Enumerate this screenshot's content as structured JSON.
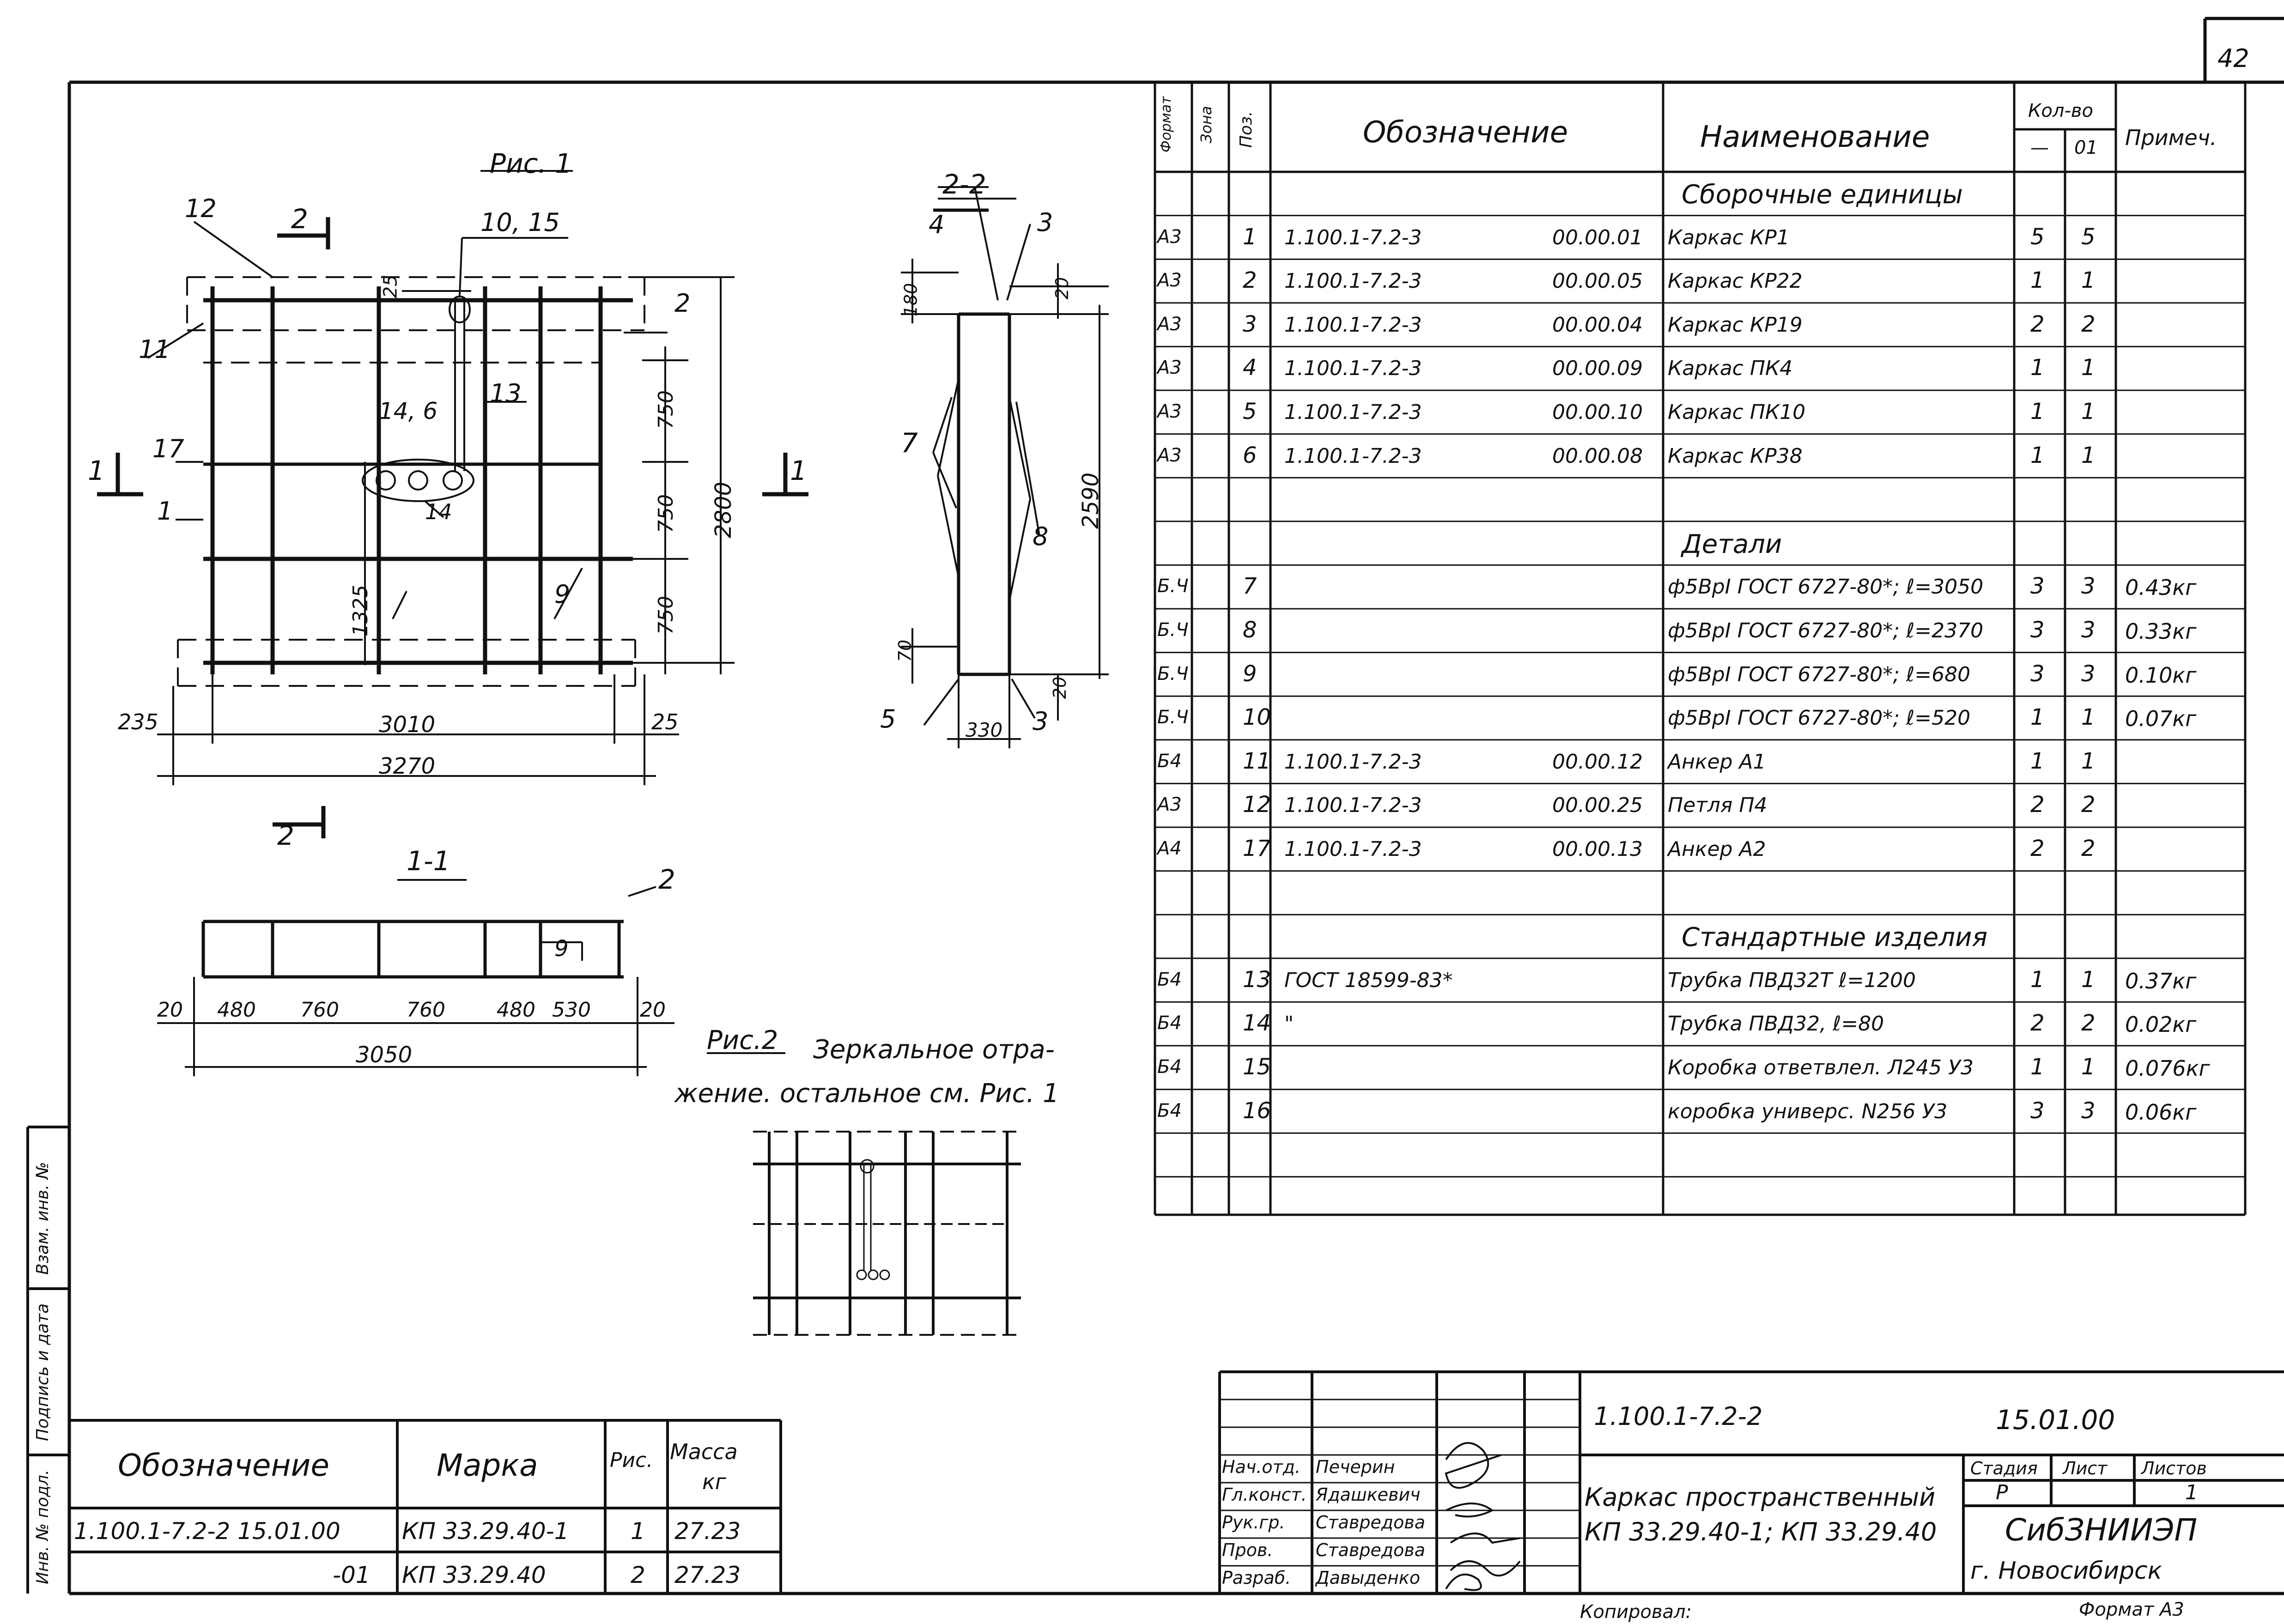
{
  "sheet_number": "42",
  "fig1": {
    "title": "Рис. 1",
    "section_marks": [
      "2",
      "2",
      "1",
      "1"
    ],
    "callouts": [
      "12",
      "10, 15",
      "11",
      "2",
      "13",
      "14, 6",
      "17",
      "1",
      "14",
      "9"
    ],
    "dims": [
      "25",
      "750",
      "750",
      "750",
      "2800",
      "1325",
      "235",
      "3010",
      "25",
      "3270"
    ]
  },
  "sec22": {
    "title": "2-2",
    "callouts": [
      "4",
      "3",
      "7",
      "8",
      "5",
      "3"
    ],
    "dims": [
      "180",
      "20",
      "2590",
      "70",
      "20",
      "330"
    ]
  },
  "sec11": {
    "title": "1-1",
    "callouts": [
      "2",
      "9"
    ],
    "dims": [
      "20",
      "480",
      "760",
      "760",
      "480",
      "530",
      "20",
      "3050"
    ]
  },
  "fig2": {
    "title": "Рис.2",
    "note_line1": "Зеркальное отра-",
    "note_line2": "жение. остальное см. Рис. 1"
  },
  "spec": {
    "headers": {
      "format": "Формат",
      "zone": "Зона",
      "pos": "Поз.",
      "designation": "Обозначение",
      "name": "Наименование",
      "qty": "Кол-во",
      "qty_a": "—",
      "qty_b": "01",
      "note": "Примеч."
    },
    "rows": [
      {
        "kind": "section",
        "name": "Сборочные единицы"
      },
      {
        "format": "А3",
        "pos": "1",
        "desig": "1.100.1-7.2-3",
        "code": "00.00.01",
        "name": "Каркас   КР1",
        "qa": "5",
        "qb": "5",
        "note": ""
      },
      {
        "format": "А3",
        "pos": "2",
        "desig": "1.100.1-7.2-3",
        "code": "00.00.05",
        "name": "Каркас   КР22",
        "qa": "1",
        "qb": "1",
        "note": ""
      },
      {
        "format": "А3",
        "pos": "3",
        "desig": "1.100.1-7.2-3",
        "code": "00.00.04",
        "name": "Каркас   КР19",
        "qa": "2",
        "qb": "2",
        "note": ""
      },
      {
        "format": "А3",
        "pos": "4",
        "desig": "1.100.1-7.2-3",
        "code": "00.00.09",
        "name": "Каркас   ПК4",
        "qa": "1",
        "qb": "1",
        "note": ""
      },
      {
        "format": "А3",
        "pos": "5",
        "desig": "1.100.1-7.2-3",
        "code": "00.00.10",
        "name": "Каркас   ПК10",
        "qa": "1",
        "qb": "1",
        "note": ""
      },
      {
        "format": "А3",
        "pos": "6",
        "desig": "1.100.1-7.2-3",
        "code": "00.00.08",
        "name": "Каркас   КР38",
        "qa": "1",
        "qb": "1",
        "note": ""
      },
      {
        "kind": "blank"
      },
      {
        "kind": "section",
        "name": "Детали"
      },
      {
        "format": "Б.Ч",
        "pos": "7",
        "desig": "",
        "code": "",
        "name": "ф5ВрI ГОСТ 6727-80*; ℓ=3050",
        "qa": "3",
        "qb": "3",
        "note": "0.43кг"
      },
      {
        "format": "Б.Ч",
        "pos": "8",
        "desig": "",
        "code": "",
        "name": "ф5ВрI ГОСТ 6727-80*; ℓ=2370",
        "qa": "3",
        "qb": "3",
        "note": "0.33кг"
      },
      {
        "format": "Б.Ч",
        "pos": "9",
        "desig": "",
        "code": "",
        "name": "ф5ВрI ГОСТ 6727-80*; ℓ=680",
        "qa": "3",
        "qb": "3",
        "note": "0.10кг"
      },
      {
        "format": "Б.Ч",
        "pos": "10",
        "desig": "",
        "code": "",
        "name": "ф5ВрI ГОСТ 6727-80*; ℓ=520",
        "qa": "1",
        "qb": "1",
        "note": "0.07кг"
      },
      {
        "format": "Б4",
        "pos": "11",
        "desig": "1.100.1-7.2-3",
        "code": "00.00.12",
        "name": "Анкер А1",
        "qa": "1",
        "qb": "1",
        "note": ""
      },
      {
        "format": "А3",
        "pos": "12",
        "desig": "1.100.1-7.2-3",
        "code": "00.00.25",
        "name": "Петля П4",
        "qa": "2",
        "qb": "2",
        "note": ""
      },
      {
        "format": "А4",
        "pos": "17",
        "desig": "1.100.1-7.2-3",
        "code": "00.00.13",
        "name": "Анкер А2",
        "qa": "2",
        "qb": "2",
        "note": ""
      },
      {
        "kind": "blank"
      },
      {
        "kind": "section",
        "name": "Стандартные изделия"
      },
      {
        "format": "Б4",
        "pos": "13",
        "desig": "ГОСТ 18599-83*",
        "code": "",
        "name": "Трубка ПВД32Т   ℓ=1200",
        "qa": "1",
        "qb": "1",
        "note": "0.37кг"
      },
      {
        "format": "Б4",
        "pos": "14",
        "desig": "\"",
        "code": "",
        "name": "Трубка ПВД32,   ℓ=80",
        "qa": "2",
        "qb": "2",
        "note": "0.02кг"
      },
      {
        "format": "Б4",
        "pos": "15",
        "desig": "",
        "code": "",
        "name": "Коробка ответвлел. Л245 У3",
        "qa": "1",
        "qb": "1",
        "note": "0.076кг"
      },
      {
        "format": "Б4",
        "pos": "16",
        "desig": "",
        "code": "",
        "name": "коробка универс. N256 У3",
        "qa": "3",
        "qb": "3",
        "note": "0.06кг"
      },
      {
        "kind": "blank"
      }
    ]
  },
  "mark_table": {
    "headers": {
      "designation": "Обозначение",
      "mark": "Марка",
      "fig": "Рис.",
      "mass_1": "Масса",
      "mass_2": "кг"
    },
    "rows": [
      {
        "desig": "1.100.1-7.2-2     15.01.00",
        "mark": "КП 33.29.40-1",
        "fig": "1",
        "mass": "27.23"
      },
      {
        "desig": "-01",
        "mark": "КП 33.29.40",
        "fig": "2",
        "mass": "27.23"
      }
    ]
  },
  "title_block": {
    "doc_code": "1.100.1-7.2-2",
    "doc_num": "15.01.00",
    "title_line1": "Каркас пространственный",
    "title_line2": "КП 33.29.40-1; КП 33.29.40",
    "stage_label": "Стадия",
    "sheet_label": "Лист",
    "sheets_label": "Листов",
    "stage": "Р",
    "sheets": "1",
    "org_line1": "СибЗНИИЭП",
    "org_line2": "г. Новосибирск",
    "people": [
      {
        "role": "Нач.отд.",
        "name": "Печерин"
      },
      {
        "role": "Гл.конст.",
        "name": "Ядашкевич"
      },
      {
        "role": "Рук.гр.",
        "name": "Ставредова"
      },
      {
        "role": "Пров.",
        "name": "Ставредова"
      },
      {
        "role": "Разраб.",
        "name": "Давыденко"
      }
    ]
  },
  "side_labels": [
    "Инв. № подл.",
    "Подпись и дата",
    "Взам. инв. №"
  ],
  "copied": "Копировал:",
  "format": "Формат А3"
}
